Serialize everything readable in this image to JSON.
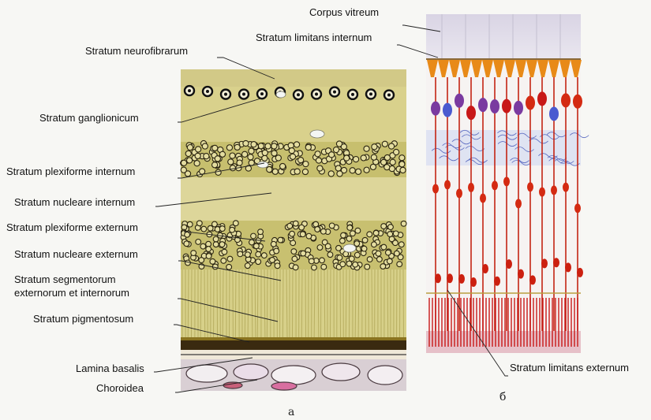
{
  "labels": {
    "corpus_vitreum": "Corpus vitreum",
    "stratum_limitans_internum": "Stratum limitans internum",
    "stratum_neurofibrarum": "Stratum neurofibrarum",
    "stratum_ganglionicum": "Stratum ganglionicum",
    "stratum_plexiforme_internum": "Stratum plexiforme internum",
    "stratum_nucleare_internum": "Stratum nucleare internum",
    "stratum_plexiforme_externum": "Stratum plexiforme externum",
    "stratum_nucleare_externum": "Stratum nucleare externum",
    "stratum_segmentorum_line1": "Stratum segmentorum",
    "stratum_segmentorum_line2": "externorum et internorum",
    "stratum_pigmentosum": "Stratum pigmentosum",
    "lamina_basalis": "Lamina basalis",
    "choroidea": "Choroidea",
    "stratum_limitans_externum": "Stratum limitans externum"
  },
  "captions": {
    "panel_a": "а",
    "panel_b": "б"
  },
  "colors": {
    "neural_yellow": "#d8cf86",
    "nuclear_band": "#c8c070",
    "pigment": "#3a2a10",
    "neuron_red": "#d42a12",
    "neuron_orange": "#e88a18",
    "neuron_blue": "#4a5ad0",
    "neuron_purple": "#7a3aa0"
  }
}
